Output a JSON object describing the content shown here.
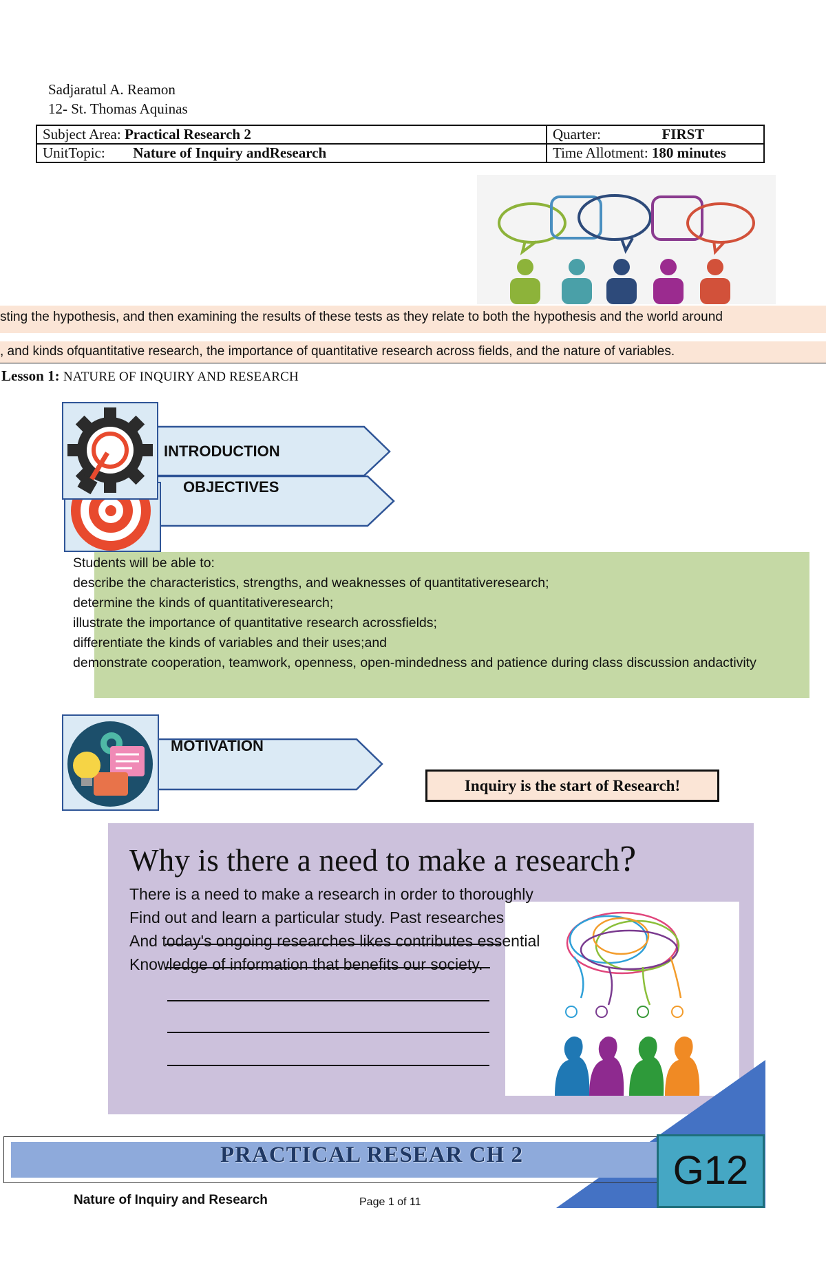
{
  "header": {
    "author_name": "Sadjaratul A. Reamon",
    "section": "12- St. Thomas Aquinas"
  },
  "info_table": {
    "subject_label": "Subject Area:",
    "subject_value": "Practical Research 2",
    "quarter_label": "Quarter:",
    "quarter_value": "FIRST",
    "topic_label": "UnitTopic:",
    "topic_value": "Nature of Inquiry andResearch",
    "time_label": "Time Allotment:",
    "time_value": "180 minutes"
  },
  "bands": {
    "line1": "sting the hypothesis, and then examining the results of these tests as they relate to both the hypothesis and the world around",
    "line2": ", and kinds ofquantitative research, the importance of quantitative research across fields, and the nature of variables."
  },
  "lesson": {
    "label": "Lesson 1:",
    "title": "NATURE OF INQUIRY AND RESEARCH"
  },
  "sections": {
    "introduction": "INTRODUCTION",
    "objectives": "OBJECTIVES",
    "motivation": "MOTIVATION"
  },
  "objectives": {
    "intro": "Students will be able to:",
    "items": [
      "describe the characteristics, strengths, and weaknesses of quantitativeresearch;",
      "determine the kinds of quantitativeresearch;",
      "illustrate the importance of quantitative research acrossfields;",
      "differentiate the kinds of variables and their uses;and",
      "demonstrate cooperation, teamwork, openness, open-mindedness and patience during class discussion andactivity"
    ]
  },
  "motivation": {
    "banner": "Inquiry is the start of Research!",
    "question": "Why is there a need to make a research",
    "question_mark": "?",
    "answer_lines": [
      " There is a need to make a research in order to thoroughly",
      "Find out and learn a particular study. Past researches",
      "And today's ongoing researches likes contributes essential",
      "Knowledge of information that benefits our society."
    ]
  },
  "footer": {
    "banner_title": "PRACTICAL RESEAR CH 2",
    "grade": "G12",
    "doc_title": "Nature of Inquiry and Research",
    "page": "Page 1 of 11"
  },
  "colors": {
    "peach": "#fbe5d6",
    "green": "#c5d9a5",
    "purple": "#ccc1dc",
    "blue_tab": "#dbeaf5",
    "footer_blue": "#8eaadb",
    "grade_teal": "#45a7c4"
  }
}
